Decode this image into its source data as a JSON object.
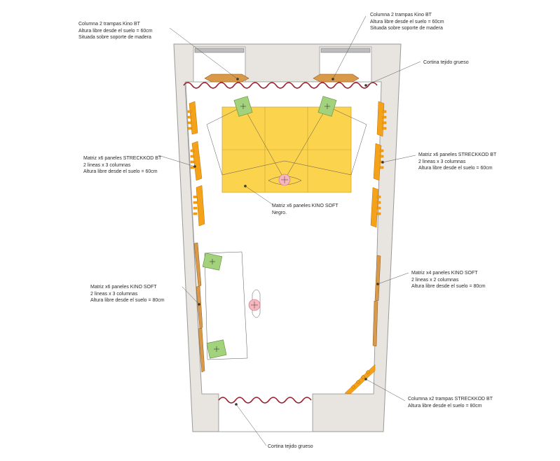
{
  "labels": {
    "column_left_top": {
      "lines": [
        "Columna 2 trampas Kino BT",
        "Altura libre desde el suelo = 60cm",
        "Situada sobre soporte de madera"
      ]
    },
    "column_right_top": {
      "lines": [
        "Columna 2 trampas Kino BT",
        "Altura libre desde el suelo = 60cm",
        "Situada sobre soporte de madera"
      ]
    },
    "curtain_top": {
      "lines": [
        "Cortina tejido grueso"
      ]
    },
    "streckkod_left": {
      "lines": [
        "Matriz x6 paneles STRECKKOD BT",
        "2 lineas x 3 columnas",
        "Altura libre desde el suelo = 60cm"
      ]
    },
    "streckkod_right": {
      "lines": [
        "Matriz x6 paneles STRECKKOD BT",
        "2 lineas x 3 columnas",
        "Altura libre desde el suelo = 60cm"
      ]
    },
    "kino_soft_ceiling": {
      "lines": [
        "Matriz x6 paneles KINO SOFT",
        "Negro."
      ]
    },
    "kino_soft_left": {
      "lines": [
        "Matriz x6 paneles KINO SOFT",
        "2 lineas x 3 columnas",
        "Altura libre desde el suelo = 80cm"
      ]
    },
    "kino_soft_right": {
      "lines": [
        "Matriz x4 paneles KINO SOFT",
        "2 lineas x 2 columnas",
        "Altura libre desde el suelo = 80cm"
      ]
    },
    "streckkod_corner": {
      "lines": [
        "Columna x2 trampas STRECKKOD BT",
        "Altura libre desde el suelo = 80cm"
      ]
    },
    "curtain_bottom": {
      "lines": [
        "Cortina tejido grueso"
      ]
    }
  },
  "colors": {
    "wall": "#e8e4df",
    "wall_stroke": "#9a9a9a",
    "wood": "#d89a4a",
    "orange_panel": "#f5a21b",
    "ceiling_panel": "#fcd34d",
    "speaker": "#a3d27c",
    "listener": "#f6b6bd",
    "curtain": "#9b1b2a",
    "line": "#555555"
  }
}
